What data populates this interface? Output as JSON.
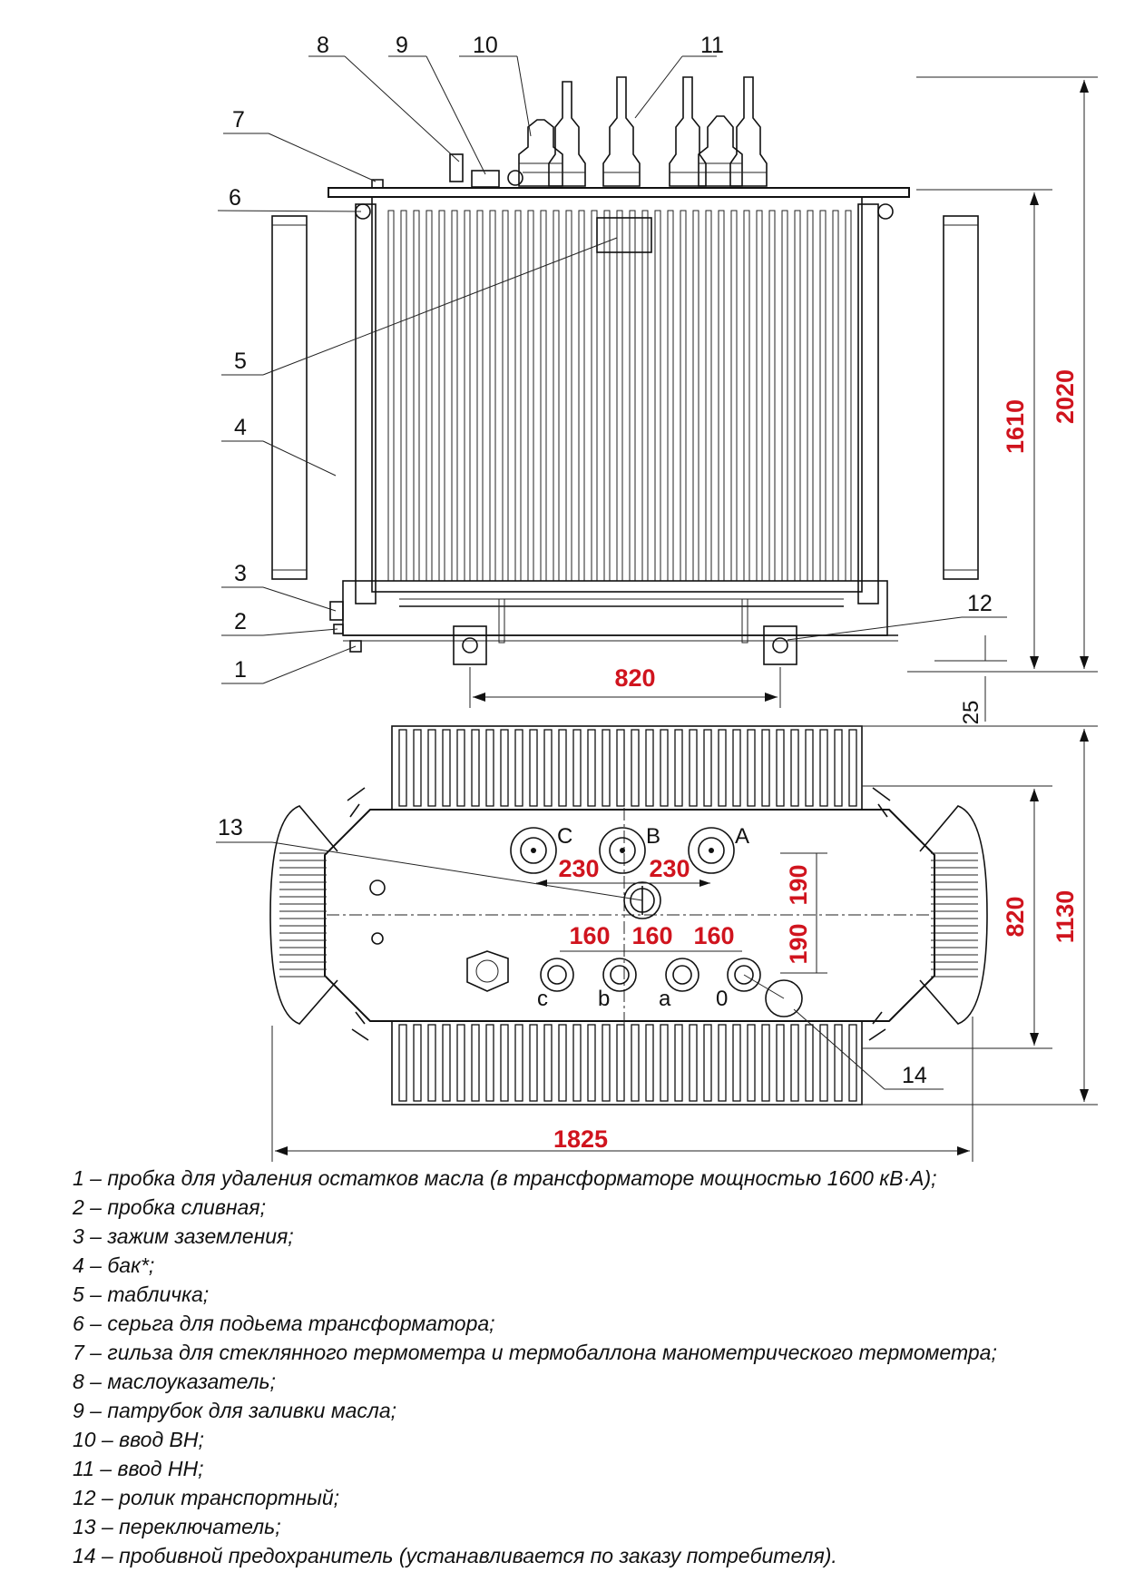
{
  "callouts": {
    "c1": "1",
    "c2": "2",
    "c3": "3",
    "c4": "4",
    "c5": "5",
    "c6": "6",
    "c7": "7",
    "c8": "8",
    "c9": "9",
    "c10": "10",
    "c11": "11",
    "c12": "12",
    "c13": "13",
    "c14": "14"
  },
  "dimensions": {
    "front_wheel_base": "820",
    "height_tank": "1610",
    "height_total": "2020",
    "wheel_height": "25",
    "top_length": "1825",
    "top_width_tank": "820",
    "top_width_total": "1130",
    "hv_spacing_1": "230",
    "hv_spacing_2": "230",
    "lv_spacing_1": "160",
    "lv_spacing_2": "160",
    "lv_spacing_3": "160",
    "offset_upper": "190",
    "offset_lower": "190"
  },
  "phases": {
    "hv_c": "C",
    "hv_b": "B",
    "hv_a": "A",
    "lv_c": "c",
    "lv_b": "b",
    "lv_a": "a",
    "lv_0": "0"
  },
  "legend": [
    "1 – пробка для удаления остатков масла (в трансформаторе мощностью 1600 кВ·А);",
    "2 – пробка сливная;",
    "3 – зажим заземления;",
    "4 – бак*;",
    "5 – табличка;",
    "6 – серьга для подьема трансформатора;",
    "7 – гильза для стеклянного термометра и термобаллона манометрического термометра;",
    "8 – маслоуказатель;",
    "9 – патрубок для заливки масла;",
    "10 – ввод ВН;",
    "11 – ввод НН;",
    "12 – ролик транспортный;",
    "13 – переключатель;",
    "14 – пробивной предохранитель (устанавливается по заказу потребителя)."
  ],
  "colors": {
    "dimension": "#d0141e",
    "line": "#111111"
  }
}
